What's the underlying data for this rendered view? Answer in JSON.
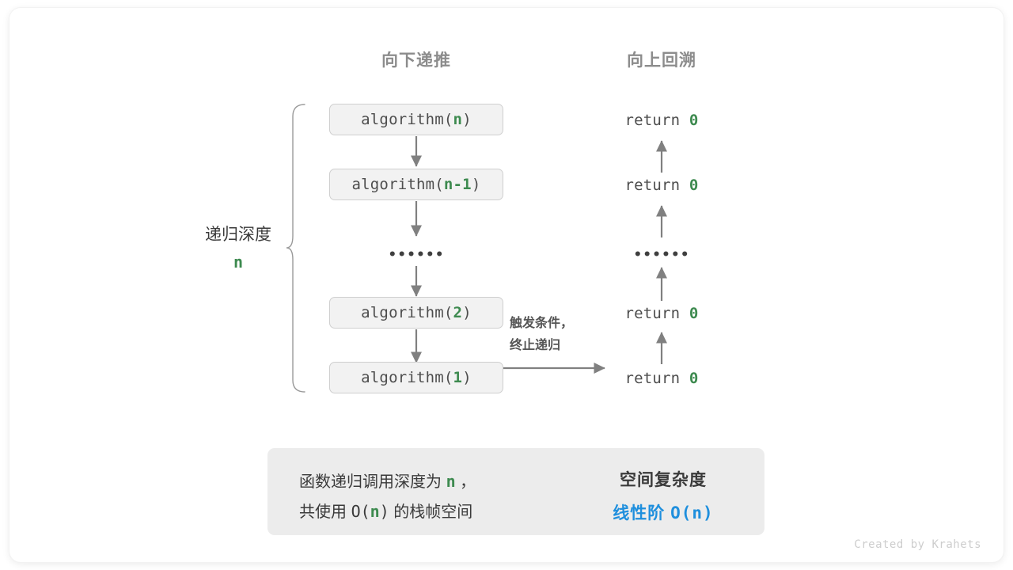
{
  "headers": {
    "down": "向下递推",
    "up": "向上回溯"
  },
  "depth_label": {
    "title": "递归深度",
    "value": "n"
  },
  "calls": [
    {
      "fn": "algorithm(",
      "arg": "n",
      "close": ")"
    },
    {
      "fn": "algorithm(",
      "arg": "n-1",
      "close": ")"
    },
    {
      "ellipsis": "••••••"
    },
    {
      "fn": "algorithm(",
      "arg": "2",
      "close": ")"
    },
    {
      "fn": "algorithm(",
      "arg": "1",
      "close": ")"
    }
  ],
  "returns": [
    {
      "kw": "return",
      "val": "0"
    },
    {
      "kw": "return",
      "val": "0"
    },
    {
      "ellipsis": "••••••"
    },
    {
      "kw": "return",
      "val": "0"
    },
    {
      "kw": "return",
      "val": "0"
    }
  ],
  "mid_note": {
    "line1": "触发条件，",
    "line2": "终止递归"
  },
  "summary": {
    "left_line1_a": "函数递归调用深度为 ",
    "left_line1_n": "n",
    "left_line1_b": " ，",
    "left_line2_a": "共使用 ",
    "left_line2_o": "O(",
    "left_line2_n": "n",
    "left_line2_c": ")",
    "left_line2_b": " 的栈帧空间",
    "right_title": "空间复杂度",
    "right_value_text": "线性阶 ",
    "right_value_mono": "O(n)"
  },
  "footer": "Created by Krahets",
  "colors": {
    "green": "#3d8a4f",
    "blue": "#1f8fdd",
    "gray_text": "#4d4d4d",
    "header_gray": "#8c8c8c",
    "box_fill": "#f2f2f2",
    "box_border": "#cfcfcf",
    "panel_fill": "#ececec",
    "arrow_gray": "#808080",
    "block_arrow": "#c8c8c8",
    "footer_gray": "#cdcdcd"
  }
}
